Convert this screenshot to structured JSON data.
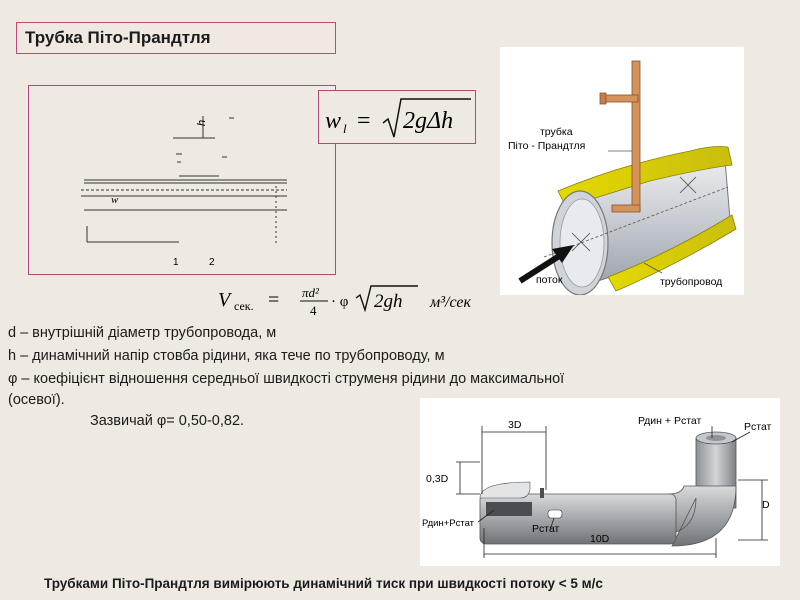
{
  "title": "Трубка Піто-Прандтля",
  "formula_main": {
    "lhs": "w",
    "lhs_subscript": "l",
    "eq": "=",
    "radicand": "2gΔh"
  },
  "formula_flow": {
    "V": "V",
    "sub": "сек.",
    "eq": "=",
    "num": "πd²",
    "den": "4",
    "phi": "· φ",
    "radicand": "2gh",
    "units": "м³/сек"
  },
  "schematic": {
    "h_label": "h",
    "w_label": "w",
    "point_1": "1",
    "point_2": "2"
  },
  "photo_labels": {
    "tube": "трубка\nПіто - Прандтля",
    "tube_line1": "трубка",
    "tube_line2": "Піто - Прандтля",
    "flow": "поток",
    "pipeline": "трубопровод"
  },
  "definitions": [
    "d – внутрішній діаметр трубопровода, м",
    "h – динамічний напір стовба рідини, яка тече по трубопроводу, м",
    "φ – коефіцієнт відношення середньої швидкості струменя рідини до максимальної",
    "(осевої).",
    "Зазвичай φ= 0,50-0,82."
  ],
  "tube_drawing": {
    "dim_3d": "3D",
    "dim_03d": "0,3D",
    "dim_10d": "10D",
    "dim_d": "D",
    "p_sum_top": "Рдин + Рстат",
    "p_stat_top": "Рстат",
    "p_sum_left": "Рдин+Рстат",
    "p_stat_bottom": "Рстат"
  },
  "footer": "Трубками Піто-Прандтля вимірюють динамічний тиск при швидкості потоку < 5 м/с"
}
